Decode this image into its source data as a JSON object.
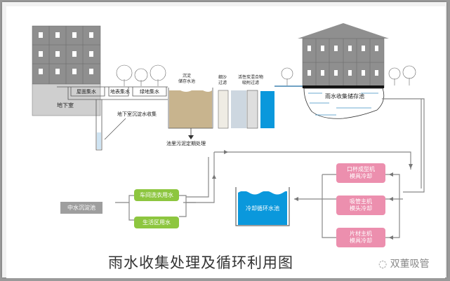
{
  "title": "雨水收集处理及循环利用图",
  "watermark": {
    "icon": "wechat-icon",
    "text": "双董吸管"
  },
  "top_section": {
    "basement": "地下室",
    "roof_collection": "屋面集水",
    "surface_collection": "地表集水",
    "green_collection": "绿地集水",
    "basement_seepage": "地下室沉淀水收集",
    "settling_tank": "沉淀\n储存水池",
    "sand_filter": "细沙\n过滤",
    "carbon_filter": "活性炭混合物\n吸附过滤",
    "sludge": "池里污泥定期处理",
    "rain_storage": "雨水收集储存池"
  },
  "bottom_section": {
    "reclaimed_tank": "中水沉淀池",
    "laundry": "车间洗衣用水",
    "living": "生活区用水",
    "cooling_pool": "冷却循环水池",
    "machine1": "口杯成型机\n模具冷却",
    "machine2": "吸管主机\n模头冷却",
    "machine3": "片材主机\n模具冷却"
  },
  "colors": {
    "green": "#8dc63f",
    "pink": "#ec8fae",
    "water_blue": "#0a98dc",
    "sludge": "#c8b48e",
    "building": "#8f8f8f"
  }
}
